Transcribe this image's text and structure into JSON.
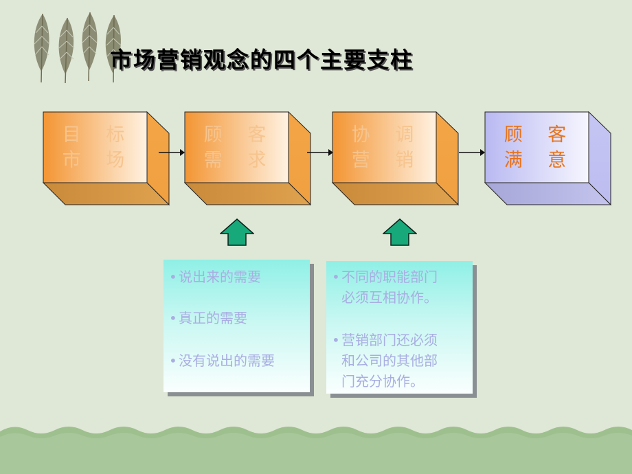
{
  "slide": {
    "title": "市场营销观念的四个主要支柱",
    "boxes": [
      {
        "line1": "目 标",
        "line2": "市 场"
      },
      {
        "line1": "顾 客",
        "line2": "需 求"
      },
      {
        "line1": "协 调",
        "line2": "营 销"
      },
      {
        "line1": "顾 客",
        "line2": "满 意"
      }
    ],
    "notes": [
      {
        "items": [
          {
            "bullet": "•",
            "lines": [
              "说出来的需要"
            ]
          },
          {
            "bullet": "•",
            "lines": [
              "真正的需要"
            ]
          },
          {
            "bullet": "•",
            "lines": [
              "没有说出的需要"
            ]
          }
        ]
      },
      {
        "items": [
          {
            "bullet": "•",
            "lines": [
              "不同的职能部门",
              "必须互相协作。"
            ]
          },
          {
            "bullet": "•",
            "lines": [
              "营销部门还必须",
              "和公司的其他部",
              "门充分协作。"
            ]
          }
        ]
      }
    ],
    "colors": {
      "background": "#dfe7d6",
      "orange_box": "#f7a23d",
      "lavender_box": "#c9c9f4",
      "box_text_orange": "#f6c48e",
      "box_text_accent": "#e8731a",
      "up_arrow": "#18a97a",
      "note_text": "#a9aee2",
      "footer_wave": "#9ec08f"
    }
  }
}
